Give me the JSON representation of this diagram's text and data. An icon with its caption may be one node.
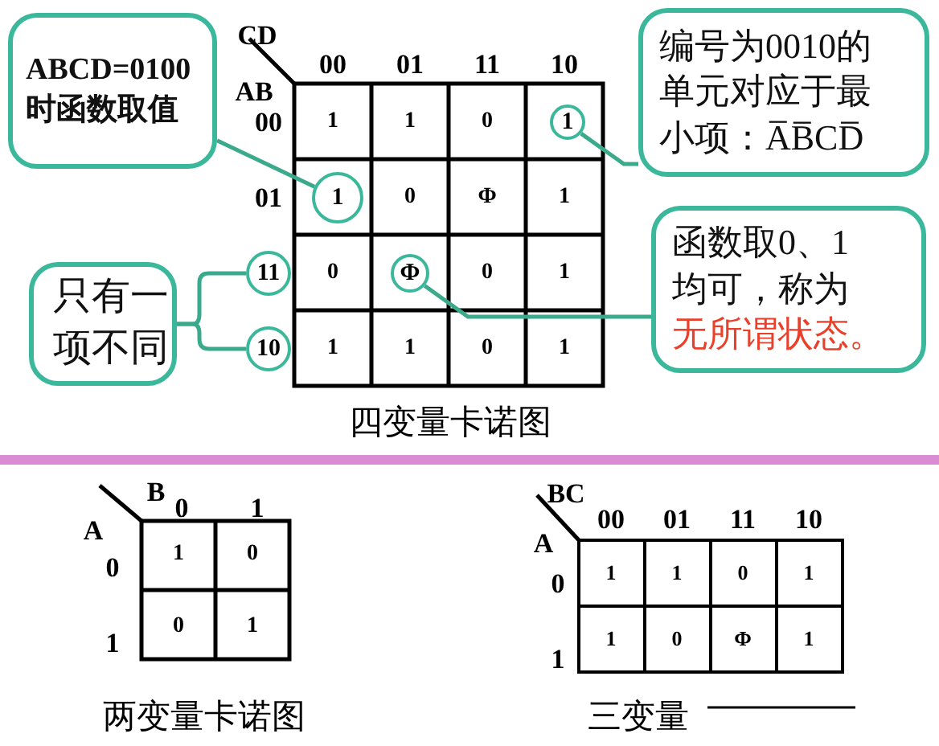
{
  "diagram": {
    "nodes": [
      {
        "text": [
          "ABCD=0100时函数取值"
        ]
      },
      {
        "text": [
          "编号为0010的单元对应于最小项：A̅B̅CD̅"
        ]
      },
      {
        "text": [
          "只有一项不同"
        ]
      },
      {
        "text": [
          "函数取0、1均可，称为",
          "无所谓状态。"
        ]
      },
      {
        "text": [
          "1"
        ]
      },
      {
        "text": [
          "1"
        ]
      },
      {
        "text": [
          "11"
        ]
      },
      {
        "text": [
          "Φ"
        ]
      },
      {
        "text": [
          "10"
        ]
      }
    ],
    "edges": [
      {
        "from": 0,
        "to": 5,
        "arrow": "none"
      },
      {
        "from": 1,
        "to": 4,
        "arrow": "none"
      },
      {
        "from": 3,
        "to": 7,
        "arrow": "none"
      },
      {
        "from": 2,
        "to": 6,
        "arrow": "none"
      },
      {
        "from": 2,
        "to": 8,
        "arrow": "none"
      }
    ],
    "labels": [
      "CD",
      "00",
      "01",
      "11",
      "10",
      "AB",
      "00",
      "01",
      "1",
      "1",
      "0",
      "0",
      "Φ",
      "1",
      "0",
      "0",
      "1",
      "1",
      "1",
      "0",
      "1",
      "四变量卡诺图",
      "B",
      "0",
      "1",
      "A",
      "0",
      "1",
      "1",
      "0",
      "0",
      "1",
      "两变量卡诺图",
      "BC",
      "00",
      "01",
      "11",
      "10",
      "A",
      "0",
      "1",
      "1",
      "1",
      "0",
      "1",
      "1",
      "0",
      "Φ",
      "1",
      "三变量"
    ]
  }
}
